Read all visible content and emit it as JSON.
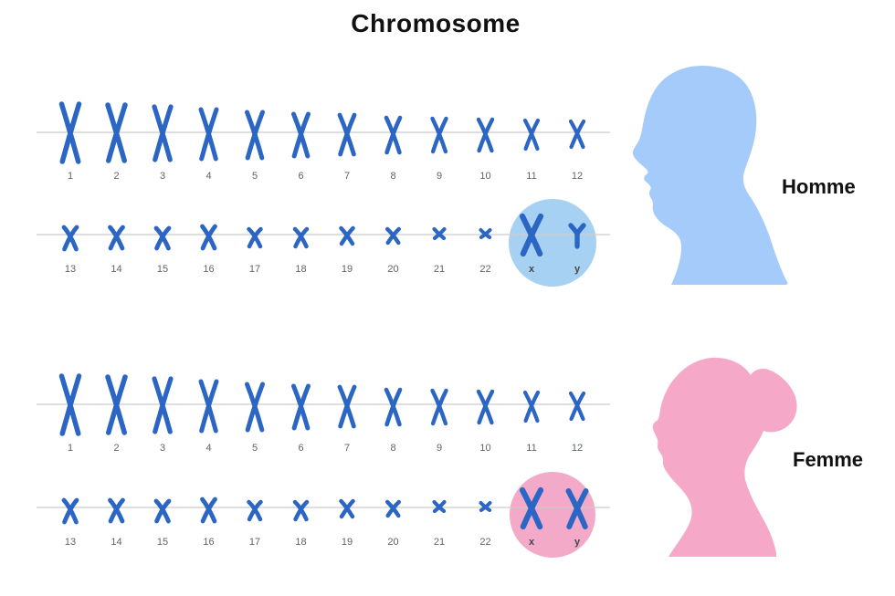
{
  "title": "Chromosome",
  "colors": {
    "chromosome": "#2b66c4",
    "row_line": "#cccccc",
    "label_gray": "#5f6368",
    "male_highlight_circle": "#a7d1f3",
    "male_silhouette": "#a4cbf9",
    "female_highlight_circle": "#f3a9c8",
    "female_silhouette": "#f6a8c8"
  },
  "sections": [
    {
      "id": "homme",
      "label": "Homme",
      "row1_labels": [
        "1",
        "2",
        "3",
        "4",
        "5",
        "6",
        "7",
        "8",
        "9",
        "10",
        "11",
        "12"
      ],
      "row2_labels": [
        "13",
        "14",
        "15",
        "16",
        "17",
        "18",
        "19",
        "20",
        "21",
        "22",
        "x",
        "y"
      ],
      "sex_chromosomes": [
        "X",
        "Y"
      ]
    },
    {
      "id": "femme",
      "label": "Femme",
      "row1_labels": [
        "1",
        "2",
        "3",
        "4",
        "5",
        "6",
        "7",
        "8",
        "9",
        "10",
        "11",
        "12"
      ],
      "row2_labels": [
        "13",
        "14",
        "15",
        "16",
        "17",
        "18",
        "19",
        "20",
        "21",
        "22",
        "x",
        "y"
      ],
      "sex_chromosomes": [
        "X",
        "X"
      ]
    }
  ]
}
